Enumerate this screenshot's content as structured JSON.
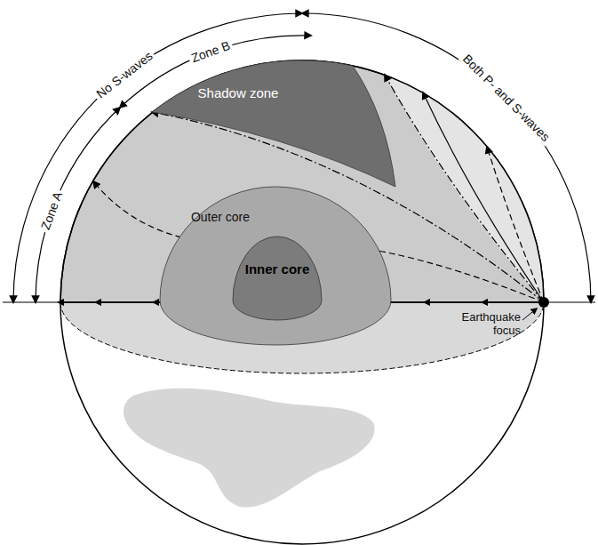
{
  "diagram": {
    "nodes": [
      {
        "text": [
          "Shadow zone"
        ]
      },
      {
        "text": [
          "Outer core"
        ]
      },
      {
        "text": [
          "Inner core"
        ],
        "in": 1
      }
    ],
    "labels": [
      "No S-waves",
      "Zone B",
      "Both P- and S-waves",
      "Zone A",
      "Earthquake focus"
    ]
  }
}
